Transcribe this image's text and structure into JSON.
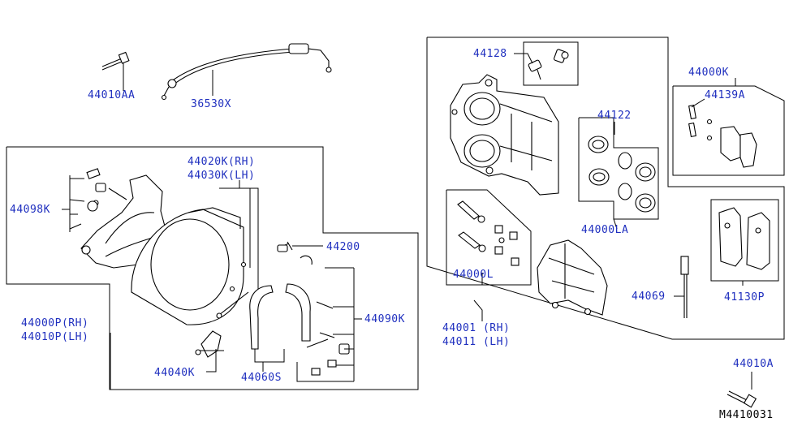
{
  "diagram": {
    "catalog_code": "M4410031",
    "labels": [
      {
        "id": "44010AA",
        "text": "44010AA"
      },
      {
        "id": "36530X",
        "text": "36530X"
      },
      {
        "id": "44128",
        "text": "44128"
      },
      {
        "id": "44000K",
        "text": "44000K"
      },
      {
        "id": "44139A",
        "text": "44139A"
      },
      {
        "id": "44122",
        "text": "44122"
      },
      {
        "id": "44020K",
        "text": "44020K(RH)"
      },
      {
        "id": "44030K",
        "text": "44030K(LH)"
      },
      {
        "id": "44098K",
        "text": "44098K"
      },
      {
        "id": "44200",
        "text": "44200"
      },
      {
        "id": "44000LA",
        "text": "44000LA"
      },
      {
        "id": "44000L",
        "text": "44000L"
      },
      {
        "id": "44069",
        "text": "44069"
      },
      {
        "id": "41130P",
        "text": "41130P"
      },
      {
        "id": "44090K",
        "text": "44090K"
      },
      {
        "id": "44000P",
        "text": "44000P(RH)"
      },
      {
        "id": "44010P",
        "text": "44010P(LH)"
      },
      {
        "id": "44001",
        "text": "44001 (RH)"
      },
      {
        "id": "44011",
        "text": "44011 (LH)"
      },
      {
        "id": "44040K",
        "text": "44040K"
      },
      {
        "id": "44060S",
        "text": "44060S"
      },
      {
        "id": "44010A",
        "text": "44010A"
      }
    ]
  }
}
